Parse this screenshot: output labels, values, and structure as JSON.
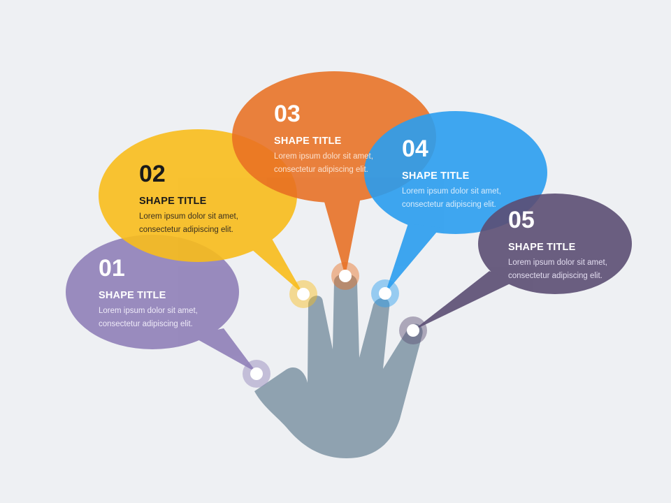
{
  "items": [
    {
      "number": "01",
      "title": "SHAPE TITLE",
      "line1": "Lorem ipsum dolor sit amet,",
      "line2": "consectetur adipiscing elit.",
      "color": "#8f80b8"
    },
    {
      "number": "02",
      "title": "SHAPE TITLE",
      "line1": "Lorem ipsum dolor sit amet,",
      "line2": "consectetur adipiscing elit.",
      "color": "#f8bc1c"
    },
    {
      "number": "03",
      "title": "SHAPE TITLE",
      "line1": "Lorem ipsum dolor sit amet,",
      "line2": "consectetur adipiscing elit.",
      "color": "#e86f22"
    },
    {
      "number": "04",
      "title": "SHAPE TITLE",
      "line1": "Lorem ipsum dolor sit amet,",
      "line2": "consectetur adipiscing elit.",
      "color": "#2a9def"
    },
    {
      "number": "05",
      "title": "SHAPE TITLE",
      "line1": "Lorem ipsum dolor sit amet,",
      "line2": "consectetur adipiscing elit.",
      "color": "#5b4e73"
    }
  ],
  "colors": {
    "background": "#eef0f3",
    "hand": "#8fa2b0"
  },
  "icons": [
    "hand-icon",
    "speech-bubble-icon"
  ]
}
